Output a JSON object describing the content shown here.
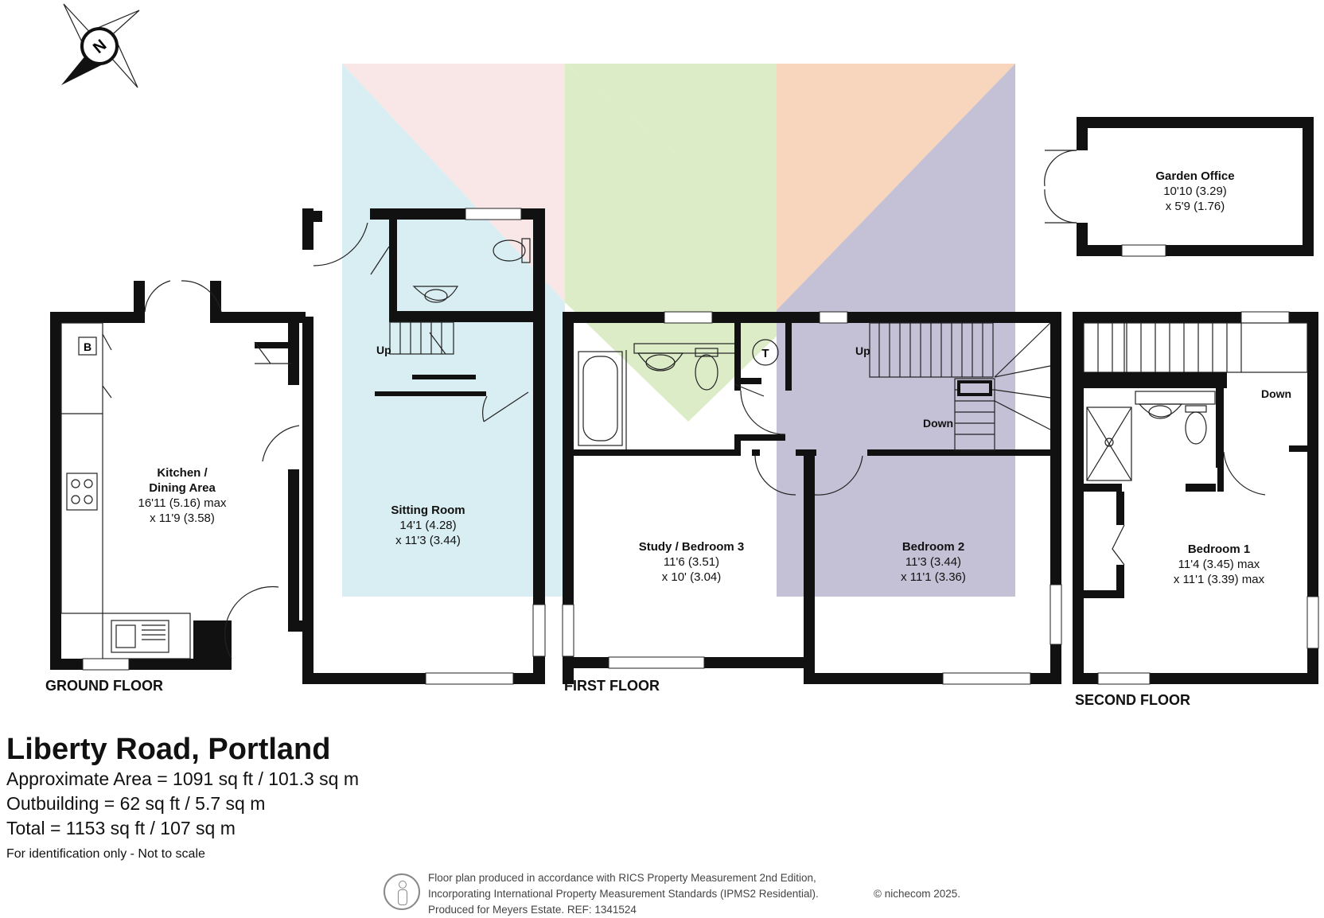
{
  "compass": {
    "letter": "N",
    "icon": "compass-north-icon"
  },
  "floors": {
    "ground": "GROUND FLOOR",
    "first": "FIRST FLOOR",
    "second": "SECOND FLOOR"
  },
  "rooms": {
    "kitchen": {
      "name_line1": "Kitchen /",
      "name_line2": "Dining Area",
      "dim1": "16'11 (5.16) max",
      "dim2": "x 11'9 (3.58)"
    },
    "sitting": {
      "name": "Sitting Room",
      "dim1": "14'1 (4.28)",
      "dim2": "x 11'3 (3.44)"
    },
    "study": {
      "name": "Study / Bedroom 3",
      "dim1": "11'6 (3.51)",
      "dim2": "x 10' (3.04)"
    },
    "bedroom2": {
      "name": "Bedroom 2",
      "dim1": "11'3 (3.44)",
      "dim2": "x 11'1 (3.36)"
    },
    "bedroom1": {
      "name": "Bedroom 1",
      "dim1": "11'4 (3.45) max",
      "dim2": "x 11'1 (3.39) max"
    },
    "garden_office": {
      "name": "Garden Office",
      "dim1": "10'10 (3.29)",
      "dim2": "x 5'9 (1.76)"
    }
  },
  "markers": {
    "boiler": "B",
    "tank": "T",
    "up_ground": "Up",
    "up_first": "Up",
    "down_first": "Down",
    "down_second": "Down"
  },
  "property": {
    "title": "Liberty Road, Portland",
    "area": "Approximate Area = 1091 sq ft / 101.3 sq m",
    "outbuilding": "Outbuilding = 62 sq ft / 5.7 sq m",
    "total": "Total = 1153 sq ft / 107 sq m",
    "note": "For identification only - Not to scale"
  },
  "footer": {
    "line1": "Floor plan produced in accordance with RICS Property Measurement 2nd Edition,",
    "line2": "Incorporating International Property Measurement Standards (IPMS2 Residential).",
    "line3": "Produced for Meyers Estate.   REF: 1341524",
    "copyright": "© nichecom 2025."
  },
  "colors": {
    "wall": "#111111",
    "watermark_pink": "#f9e6e6",
    "watermark_blue": "#d9eef2",
    "watermark_green": "#dcecc7",
    "watermark_orange": "#f8d6bd",
    "watermark_purple": "#c4c1d6"
  }
}
